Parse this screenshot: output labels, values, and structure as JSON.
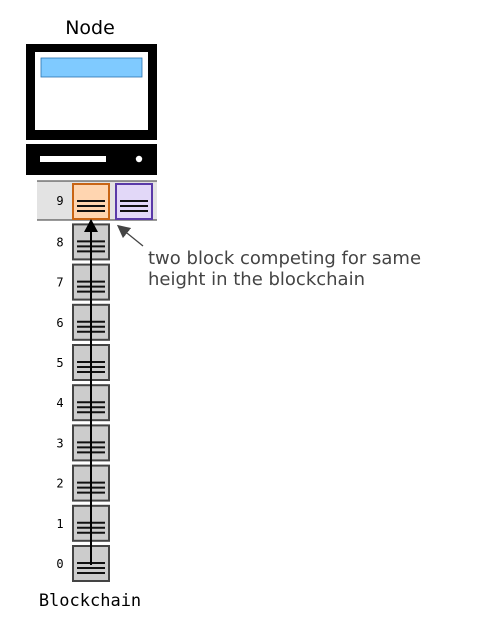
{
  "node_label": "Node",
  "chain_label": "Blockchain",
  "annotation": {
    "line1": "two block competing for same",
    "line2": "height in the blockchain"
  },
  "block_heights": [
    "0",
    "1",
    "2",
    "3",
    "4",
    "5",
    "6",
    "7",
    "8"
  ],
  "fork_height": "9",
  "colors": {
    "screen": "#7fcaff",
    "block_fill": "#cccccc",
    "fork_block_orange": "#ffd5b0",
    "fork_block_orange_stroke": "#c86414",
    "fork_block_purple": "#e2d8f8",
    "fork_block_purple_stroke": "#5a3aa8",
    "fork_row_bg": "#e3e3e3",
    "annotation_text": "#444444"
  }
}
